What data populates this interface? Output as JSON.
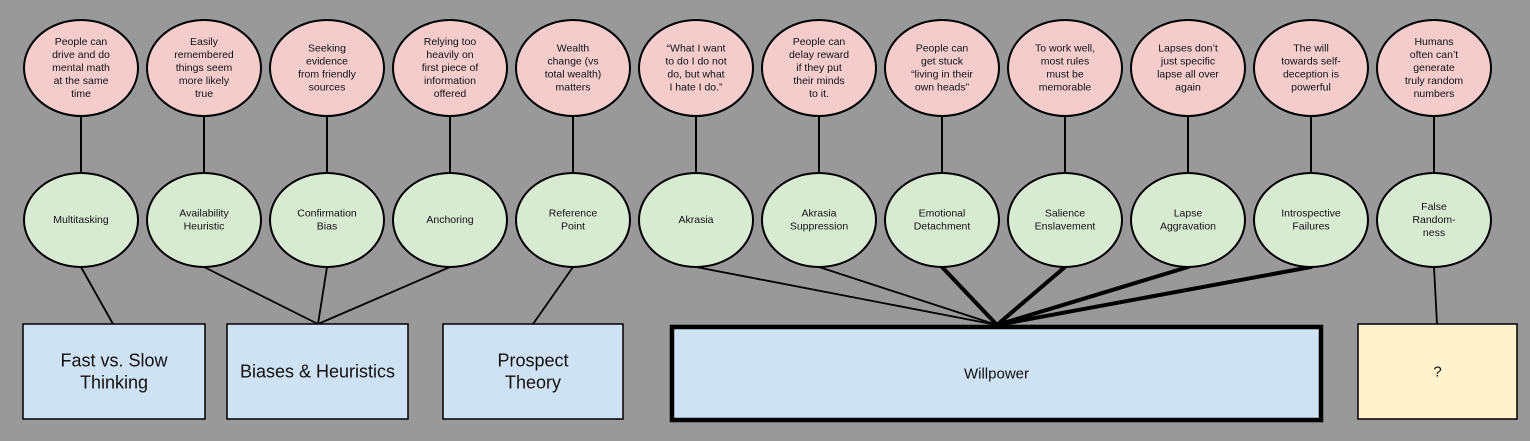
{
  "colors": {
    "background": "#999999",
    "observation_fill": "#f4cccc",
    "concept_fill": "#d9ead3",
    "category_fill": "#cfe2f3",
    "unknown_fill": "#fff2cc",
    "stroke": "#000000"
  },
  "columns": [
    {
      "observation": [
        "People can",
        "drive and do",
        "mental math",
        "at the same",
        "time"
      ],
      "concept": [
        "Multitasking"
      ],
      "category": 0,
      "emphasis": false
    },
    {
      "observation": [
        "Easily",
        "remembered",
        "things seem",
        "more likely",
        "true"
      ],
      "concept": [
        "Availability",
        "Heuristic"
      ],
      "category": 1,
      "emphasis": false
    },
    {
      "observation": [
        "Seeking",
        "evidence",
        "from friendly",
        "sources"
      ],
      "concept": [
        "Confirmation",
        "Bias"
      ],
      "category": 1,
      "emphasis": false
    },
    {
      "observation": [
        "Relying too",
        "heavily on",
        "first piece of",
        "information",
        "offered"
      ],
      "concept": [
        "Anchoring"
      ],
      "category": 1,
      "emphasis": false
    },
    {
      "observation": [
        "Wealth",
        "change (vs",
        "total wealth)",
        "matters"
      ],
      "concept": [
        "Reference",
        "Point"
      ],
      "category": 2,
      "emphasis": false
    },
    {
      "observation": [
        "“What I want",
        "to do I do not",
        "do, but what",
        "I hate I do.”"
      ],
      "concept": [
        "Akrasia"
      ],
      "category": 3,
      "emphasis": false
    },
    {
      "observation": [
        "People can",
        "delay reward",
        "if they put",
        "their minds",
        "to it."
      ],
      "concept": [
        "Akrasia",
        "Suppression"
      ],
      "category": 3,
      "emphasis": false
    },
    {
      "observation": [
        "People can",
        "get stuck",
        "“living in their",
        "own heads”"
      ],
      "concept": [
        "Emotional",
        "Detachment"
      ],
      "category": 3,
      "emphasis": true
    },
    {
      "observation": [
        "To work well,",
        "most rules",
        "must be",
        "memorable"
      ],
      "concept": [
        "Salience",
        "Enslavement"
      ],
      "category": 3,
      "emphasis": true
    },
    {
      "observation": [
        "Lapses don’t",
        "just specific",
        "lapse all over",
        "again"
      ],
      "concept": [
        "Lapse",
        "Aggravation"
      ],
      "category": 3,
      "emphasis": true
    },
    {
      "observation": [
        "The will",
        "towards self-",
        "deception is",
        "powerful"
      ],
      "concept": [
        "Introspective",
        "Failures"
      ],
      "category": 3,
      "emphasis": true
    },
    {
      "observation": [
        "Humans",
        "often can’t",
        "generate",
        "truly random",
        "numbers"
      ],
      "concept": [
        "False",
        "Random-",
        "ness"
      ],
      "category": 4,
      "emphasis": false
    }
  ],
  "categories": [
    {
      "label": [
        "Fast vs. Slow",
        "Thinking"
      ],
      "kind": "category"
    },
    {
      "label": [
        "Biases & Heuristics"
      ],
      "kind": "category"
    },
    {
      "label": [
        "Prospect",
        "Theory"
      ],
      "kind": "category"
    },
    {
      "label": [
        "Willpower"
      ],
      "kind": "category-major"
    },
    {
      "label": [
        "?"
      ],
      "kind": "unknown"
    }
  ]
}
